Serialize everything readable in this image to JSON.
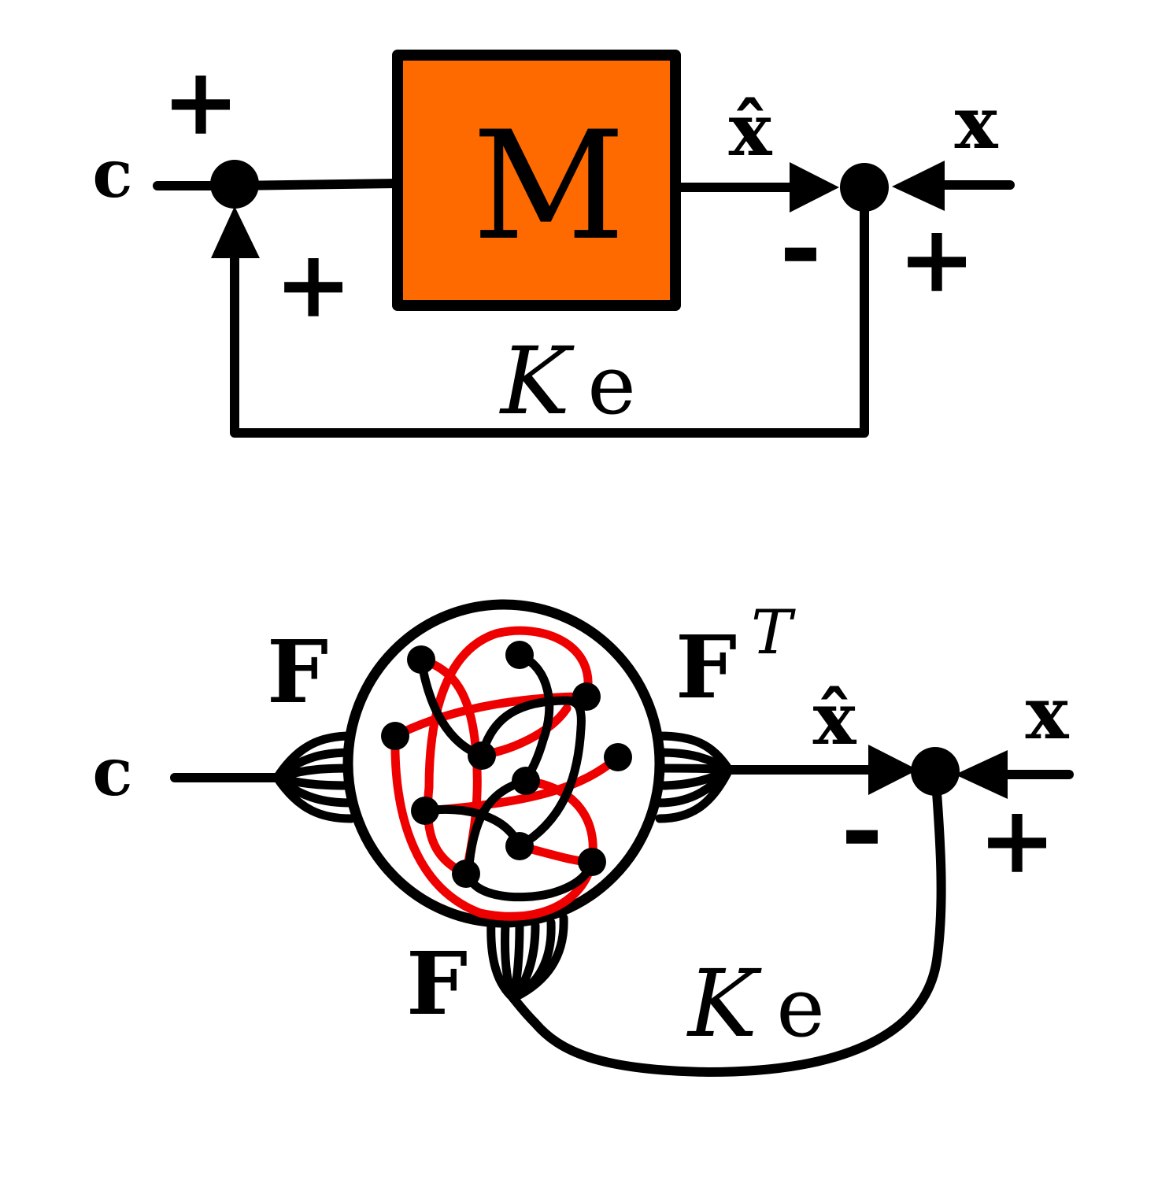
{
  "colors": {
    "block_fill": "#ff6a00",
    "stroke": "#000000",
    "network_red": "#ee0000",
    "background": "#ffffff"
  },
  "top": {
    "input_label": "c",
    "plus_top": "+",
    "plus_feedback": "+",
    "block_label": "M",
    "output_label": "x̂",
    "target_label": "x",
    "minus_sign": "-",
    "plus_target": "+",
    "feedback_K": "K",
    "feedback_e": "e"
  },
  "bottom": {
    "input_label": "c",
    "F_left": "F",
    "F_right": "F",
    "F_right_sup": "T",
    "F_bottom": "F",
    "output_label": "x̂",
    "target_label": "x",
    "minus_sign": "-",
    "plus_target": "+",
    "feedback_K": "K",
    "feedback_e": "e"
  }
}
